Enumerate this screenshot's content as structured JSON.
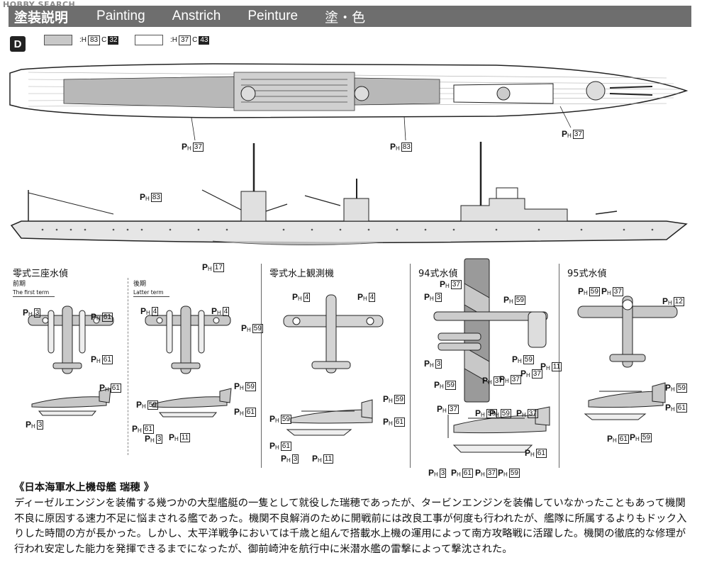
{
  "watermark": "HOBBY SEARCH",
  "header": {
    "title_ja": "塗装説明",
    "title_en": "Painting",
    "title_de": "Anstrich",
    "title_fr": "Peinture",
    "title_ja2": "塗・色"
  },
  "section_badge": "D",
  "color_key": [
    {
      "swatch_color": "#c8c8c8",
      "h_code": "83",
      "c_code": "32"
    },
    {
      "swatch_color": "#ffffff",
      "h_code": "37",
      "c_code": "43"
    }
  ],
  "ship_callouts": {
    "top1": "37",
    "top2": "83",
    "top3": "37",
    "side1": "83",
    "side2": "17"
  },
  "panels": [
    {
      "title": "零式三座水偵",
      "terms": [
        {
          "label_ja": "前期",
          "label_en": "The first term"
        },
        {
          "label_ja": "後期",
          "label_en": "Latter term"
        }
      ],
      "callouts": [
        "3",
        "61",
        "61",
        "61",
        "3",
        "4",
        "4",
        "59",
        "59",
        "59",
        "61",
        "61",
        "3",
        "11"
      ]
    },
    {
      "title": "零式水上観測機",
      "callouts": [
        "4",
        "4",
        "59",
        "61",
        "59",
        "61",
        "3",
        "11"
      ]
    },
    {
      "title": "94式水偵",
      "callouts": [
        "37",
        "3",
        "59",
        "59",
        "3",
        "37",
        "11",
        "59",
        "59",
        "37",
        "37",
        "37",
        "59",
        "37",
        "61",
        "3",
        "61",
        "37",
        "59"
      ]
    },
    {
      "title": "95式水偵",
      "callouts": [
        "59",
        "37",
        "12",
        "59",
        "61",
        "61",
        "59"
      ]
    }
  ],
  "description": {
    "title": "《日本海軍水上機母艦 瑞穂 》",
    "body": "ディーゼルエンジンを装備する幾つかの大型艦艇の一隻として就役した瑞穂であったが、タービンエンジンを装備していなかったこともあって機関不良に原因する速力不足に悩まされる艦であった。機関不良解消のために開戦前には改良工事が何度も行われたが、艦隊に所属するよりもドック入りした時間の方が長かった。しかし、太平洋戦争においては千歳と組んで搭載水上機の運用によって南方攻略戦に活躍した。機関の徹底的な修理が行われ安定した能力を発揮できるまでになったが、御前崎沖を航行中に米潜水艦の雷撃によって撃沈された。"
  },
  "colors": {
    "header_bg": "#6e6e6e",
    "deck_gray": "#b8b8b8",
    "hull_light": "#e6e6e6",
    "camo_dark": "#8a8a8a"
  }
}
